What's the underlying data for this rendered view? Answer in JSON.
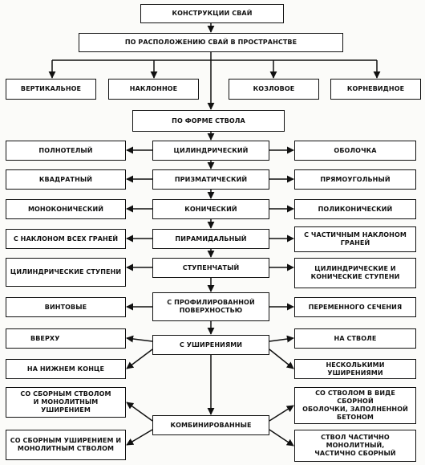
{
  "root": "КОНСТРУКЦИИ СВАЙ",
  "by_position": "ПО РАСПОЛОЖЕНИЮ СВАЙ В ПРОСТРАНСТВЕ",
  "positions": [
    "ВЕРТИКАЛЬНОЕ",
    "НАКЛОННОЕ",
    "КОЗЛОВОЕ",
    "КОРНЕВИДНОЕ"
  ],
  "by_shape": "ПО ФОРМЕ СТВОЛА",
  "shapes": [
    {
      "center": "ЦИЛИНДРИЧЕСКИЙ",
      "left": [
        "ПОЛНОТЕЛЫЙ"
      ],
      "right": [
        "ОБОЛОЧКА"
      ]
    },
    {
      "center": "ПРИЗМАТИЧЕСКИЙ",
      "left": [
        "КВАДРАТНЫЙ"
      ],
      "right": [
        "ПРЯМОУГОЛЬНЫЙ"
      ]
    },
    {
      "center": "КОНИЧЕСКИЙ",
      "left": [
        "МОНОКОНИЧЕСКИЙ"
      ],
      "right": [
        "ПОЛИКОНИЧЕСКИЙ"
      ]
    },
    {
      "center": "ПИРАМИДАЛЬНЫЙ",
      "left": [
        "С НАКЛОНОМ ВСЕХ ГРАНЕЙ"
      ],
      "right": [
        "С ЧАСТИЧНЫМ НАКЛОНОМ\nГРАНЕЙ"
      ]
    },
    {
      "center": "СТУПЕНЧАТЫЙ",
      "left": [
        "ЦИЛИНДРИЧЕСКИЕ СТУПЕНИ"
      ],
      "right": [
        "ЦИЛИНДРИЧЕСКИЕ И\nКОНИЧЕСКИЕ СТУПЕНИ"
      ]
    },
    {
      "center": "С ПРОФИЛИРОВАННОЙ\nПОВЕРХНОСТЬЮ",
      "left": [
        "ВИНТОВЫЕ"
      ],
      "right": [
        "ПЕРЕМЕННОГО СЕЧЕНИЯ"
      ]
    },
    {
      "center": "С УШИРЕНИЯМИ",
      "left": [
        "ВВЕРХУ",
        "НА НИЖНЕМ КОНЦЕ"
      ],
      "right": [
        "НА СТВОЛЕ",
        "НЕСКОЛЬКИМИ УШИРЕНИЯМИ"
      ]
    },
    {
      "center": "КОМБИНИРОВАННЫЕ",
      "left": [
        "СО СБОРНЫМ СТВОЛОМ\nИ МОНОЛИТНЫМ УШИРЕНИЕМ",
        "СО СБОРНЫМ УШИРЕНИЕМ И\nМОНОЛИТНЫМ  СТВОЛОМ"
      ],
      "right": [
        "СО СТВОЛОМ В ВИДЕ СБОРНОЙ\nОБОЛОЧКИ, ЗАПОЛНЕННОЙ\nБЕТОНОМ",
        "СТВОЛ ЧАСТИЧНО МОНОЛИТНЫЙ,\nЧАСТИЧНО СБОРНЫЙ"
      ]
    }
  ]
}
